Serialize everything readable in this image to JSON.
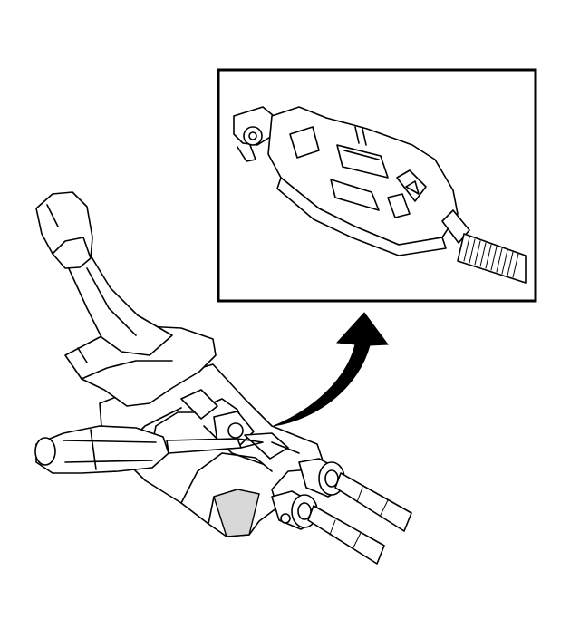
{
  "figure": {
    "components": [
      "gear-shift-knob",
      "shifter-assembly",
      "screwdriver",
      "shift-cable",
      "select-cable",
      "cable-end-clip",
      "detail-inset",
      "callout-arrow"
    ],
    "colors": {
      "line": "#000000",
      "background": "#ffffff",
      "shade": "#d8d8d8"
    }
  }
}
